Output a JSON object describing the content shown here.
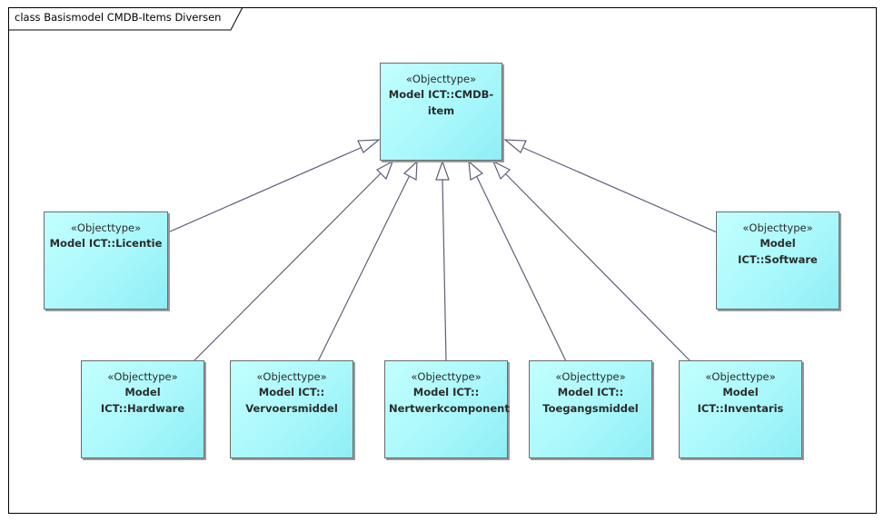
{
  "diagram": {
    "frame_title": "class Basismodel CMDB-Items Diversen"
  },
  "nodes": {
    "cmdb_item": {
      "stereotype": "«Objecttype»",
      "name_line1": "Model ICT::CMDB-",
      "name_line2": "item"
    },
    "licentie": {
      "stereotype": "«Objecttype»",
      "name_line1": "Model ICT::Licentie"
    },
    "software": {
      "stereotype": "«Objecttype»",
      "name_line1": "Model ICT::Software"
    },
    "hardware": {
      "stereotype": "«Objecttype»",
      "name_line1": "Model ICT::Hardware"
    },
    "vervoersmiddel": {
      "stereotype": "«Objecttype»",
      "name_line1": "Model ICT::",
      "name_line2": "Vervoersmiddel"
    },
    "netwerkcomponent": {
      "stereotype": "«Objecttype»",
      "name_line1": "Model ICT::",
      "name_line2": "Nertwerkcomponent"
    },
    "toegangsmiddel": {
      "stereotype": "«Objecttype»",
      "name_line1": "Model ICT::",
      "name_line2": "Toegangsmiddel"
    },
    "inventaris": {
      "stereotype": "«Objecttype»",
      "name_line1": "Model ICT::Inventaris"
    }
  },
  "edges": [
    {
      "from": "licentie",
      "to": "cmdb_item",
      "type": "generalization"
    },
    {
      "from": "software",
      "to": "cmdb_item",
      "type": "generalization"
    },
    {
      "from": "hardware",
      "to": "cmdb_item",
      "type": "generalization"
    },
    {
      "from": "vervoersmiddel",
      "to": "cmdb_item",
      "type": "generalization"
    },
    {
      "from": "netwerkcomponent",
      "to": "cmdb_item",
      "type": "generalization"
    },
    {
      "from": "toegangsmiddel",
      "to": "cmdb_item",
      "type": "generalization"
    },
    {
      "from": "inventaris",
      "to": "cmdb_item",
      "type": "generalization"
    }
  ],
  "colors": {
    "node_fill": "#aaf8fb",
    "edge": "#5c5f7a",
    "border": "#6b6b6b"
  }
}
